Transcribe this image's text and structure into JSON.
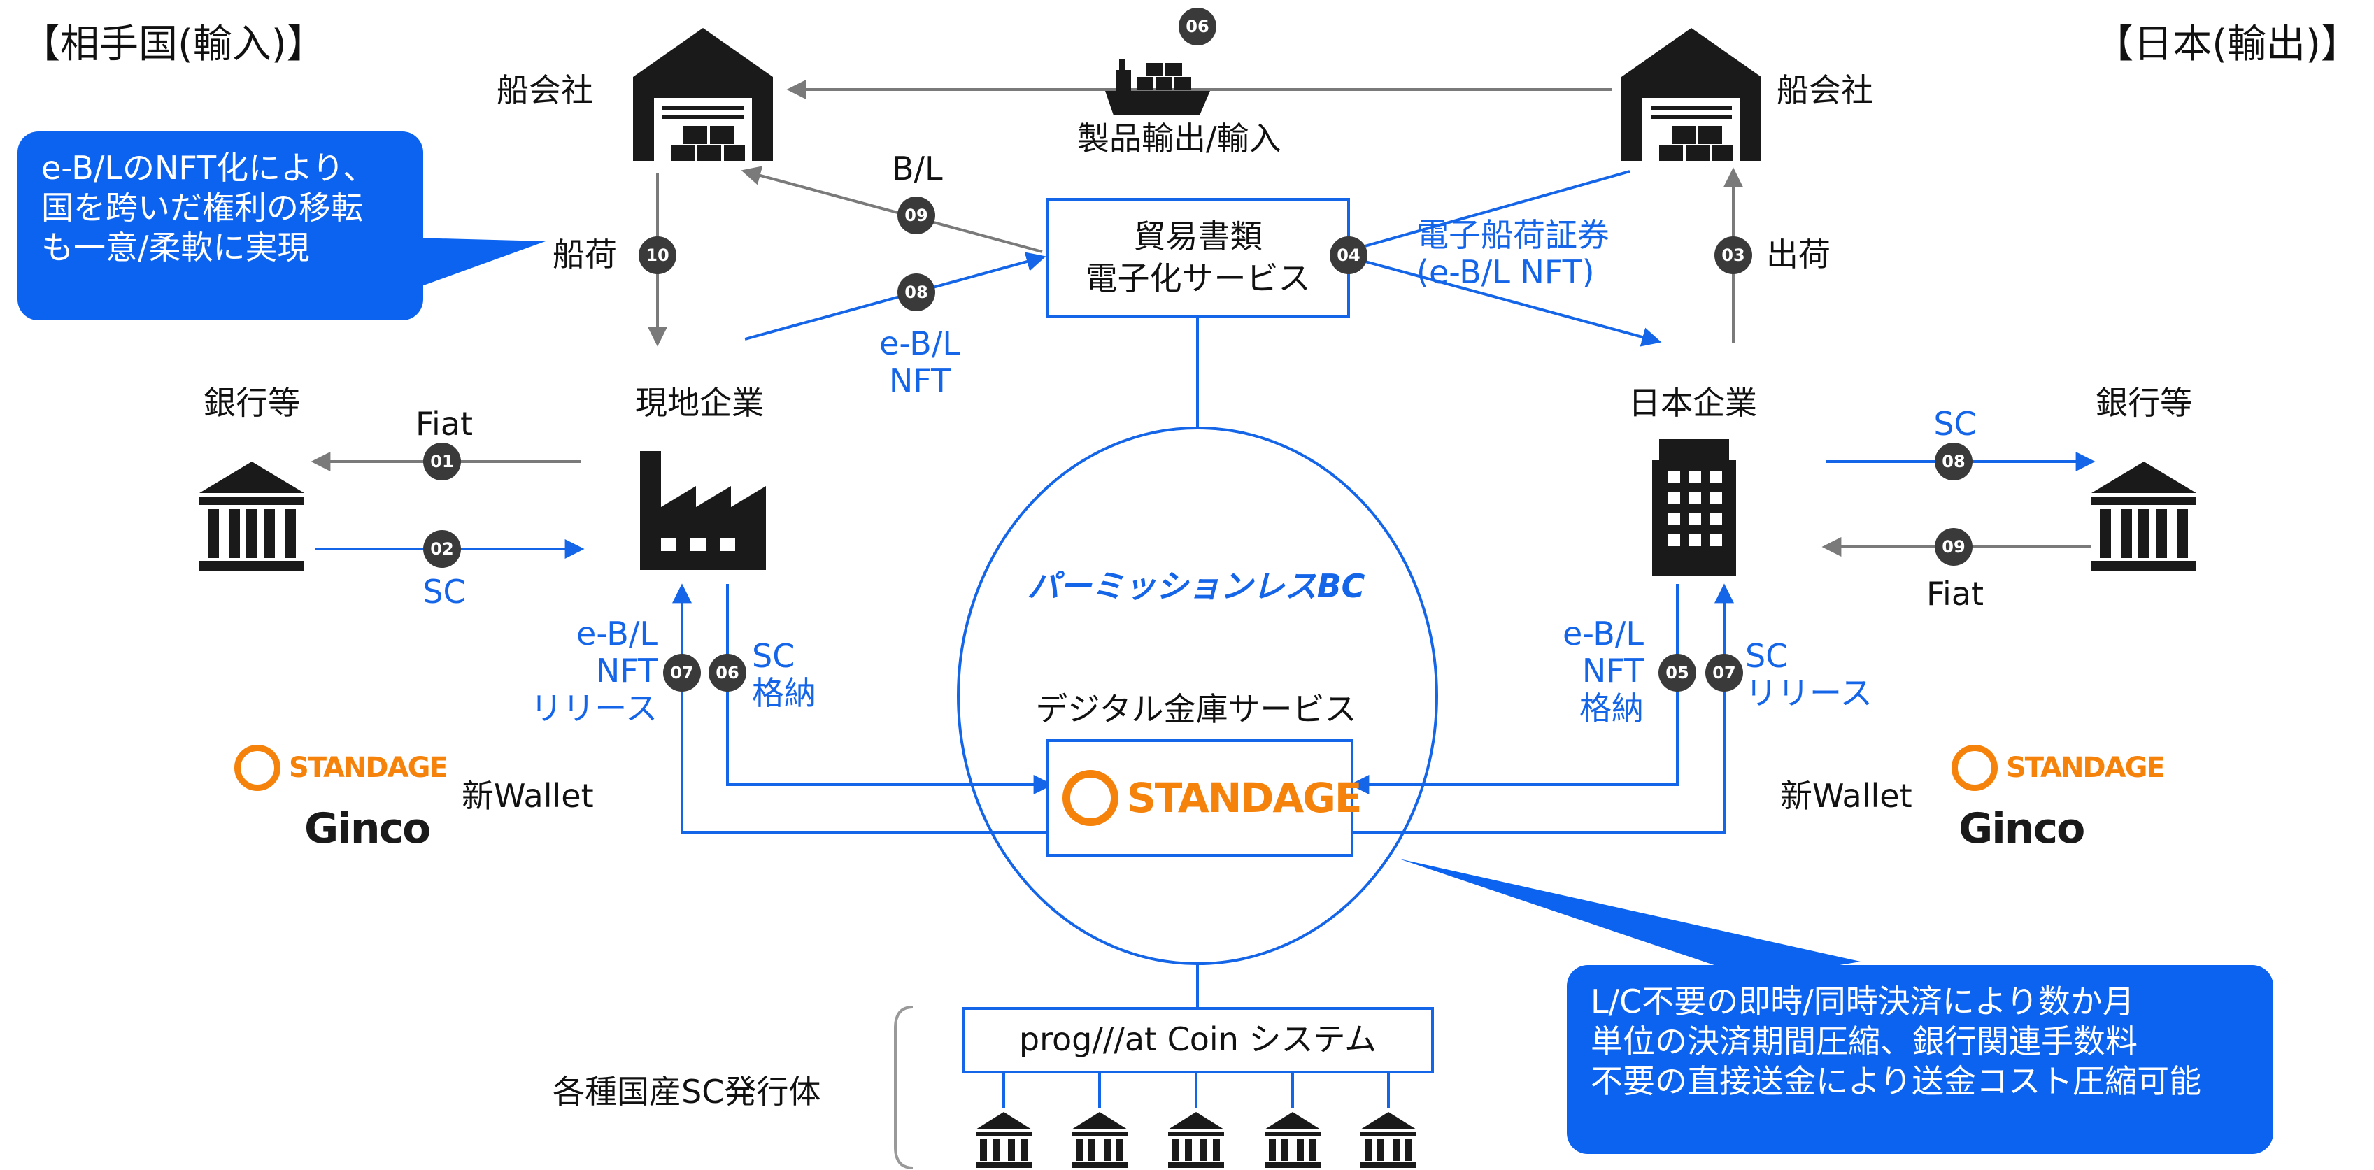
{
  "regions": {
    "left": "【相手国(輸入)】",
    "right": "【日本(輸出)】"
  },
  "nodes": {
    "shipping_left": "船会社",
    "shipping_right": "船会社",
    "export_import": "製品輸出/輸入",
    "trade_docs": "貿易書類\n電子化サービス",
    "local_company": "現地企業",
    "japan_company": "日本企業",
    "bank_left": "銀行等",
    "bank_right": "銀行等",
    "permissionless_bc": "パーミッションレスBC",
    "vault_service": "デジタル金庫サービス",
    "vault_logo_text": "STANDAGE",
    "progmat": "prog///at Coin システム",
    "sc_issuers": "各種国産SC発行体"
  },
  "flows": {
    "bl_label": "B/L",
    "ebl_nft_left": "e-B/L\nNFT",
    "ebl_cert": "電子船荷証券\n(e-B/L NFT)",
    "loading_left": "船荷",
    "shipment_right": "出荷",
    "fiat_left": "Fiat",
    "sc_left": "SC",
    "sc_right": "SC",
    "fiat_right": "Fiat",
    "left_release": "e-B/L\nNFT\nリリース",
    "left_store": "SC\n格納",
    "right_store": "e-B/L\nNFT\n格納",
    "right_release": "SC\nリリース"
  },
  "wallets": {
    "left_label": "新Wallet",
    "right_label": "新Wallet",
    "standage": "STANDAGE",
    "ginco": "Ginco"
  },
  "steps": {
    "s06_ship": "06",
    "s09_bl": "09",
    "s08_ebl": "08",
    "s04_cert": "04",
    "s10_load": "10",
    "s03_ship": "03",
    "s01_fiat": "01",
    "s02_sc": "02",
    "s08_sc": "08",
    "s09_fiat": "09",
    "s07_left": "07",
    "s06_left": "06",
    "s05_right": "05",
    "s07_right": "07"
  },
  "callouts": {
    "nft_rights": "e-B/LのNFT化により、\n国を跨いだ権利の移転\nも一意/柔軟に実現",
    "settlement": "L/C不要の即時/同時決済により数か月\n単位の決済期間圧縮、銀行関連手数料\n不要の直接送金により送金コスト圧縮可能"
  },
  "colors": {
    "blue_flow": "#1565e8",
    "grey_flow": "#7a7a7a",
    "callout_bg": "#0b63f0",
    "standage_orange": "#f5820a"
  }
}
